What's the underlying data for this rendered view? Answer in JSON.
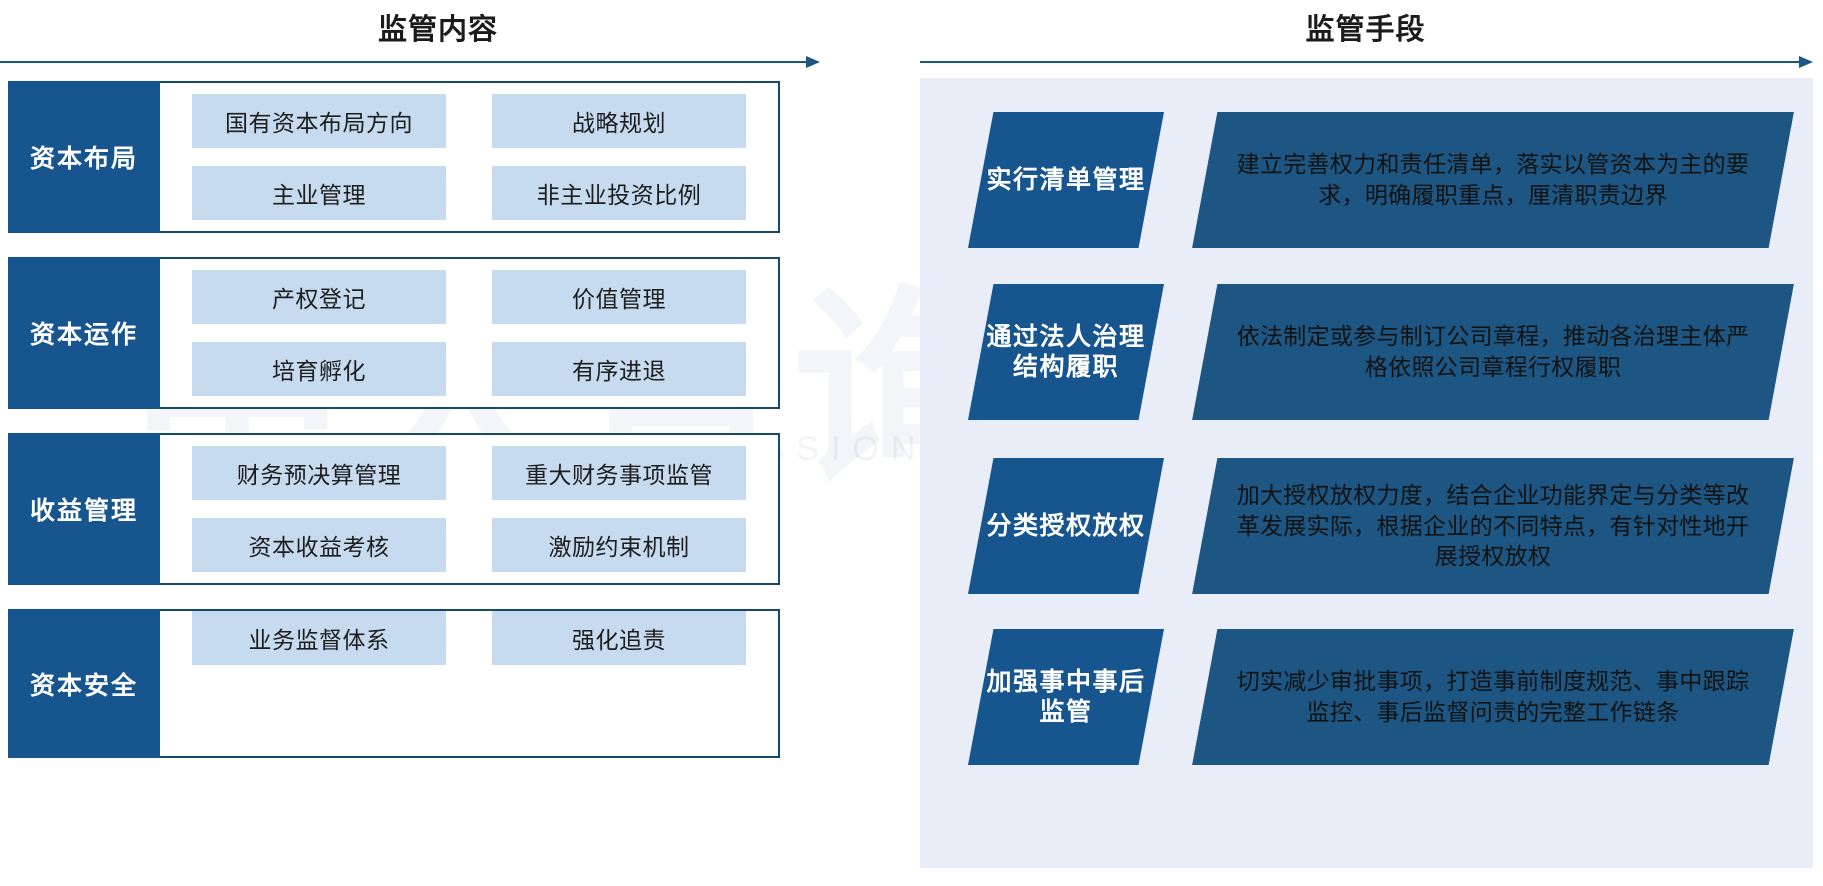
{
  "columns": {
    "left": {
      "title": "监管内容",
      "categories": [
        {
          "label": "资本布局",
          "items": [
            "国有资本布局方向",
            "战略规划",
            "主业管理",
            "非主业投资比例"
          ]
        },
        {
          "label": "资本运作",
          "items": [
            "产权登记",
            "价值管理",
            "培育孵化",
            "有序进退"
          ]
        },
        {
          "label": "收益管理",
          "items": [
            "财务预决算管理",
            "重大财务事项监管",
            "资本收益考核",
            "激励约束机制"
          ]
        },
        {
          "label": "资本安全",
          "items": [
            "业务监督体系",
            "强化追责"
          ]
        }
      ]
    },
    "right": {
      "title": "监管手段",
      "means": [
        {
          "tag": "实行清单管理",
          "desc": "建立完善权力和责任清单，落实以管资本为主的要求，明确履职重点，厘清职责边界"
        },
        {
          "tag": "通过法人治理结构履职",
          "desc": "依法制定或参与制订公司章程，推动各治理主体严格依照公司章程行权履职"
        },
        {
          "tag": "分类授权放权",
          "desc": "加大授权放权力度，结合企业功能界定与分类等改革发展实际，根据企业的不同特点，有针对性地开展授权放权"
        },
        {
          "tag": "加强事中事后监管",
          "desc": "切实减少审批事项，打造事前制度规范、事中跟踪监控、事后监督问责的完整工作链条"
        }
      ]
    }
  },
  "watermark": {
    "brand": "中大咨询集团",
    "tagline": "MANAGEMENT PROFESSIONAL GROUP"
  },
  "colors": {
    "primary_dark": "#17558f",
    "border_navy": "#17496f",
    "chip_blue": "#c6dbf0",
    "panel_bg": "#e8edf8",
    "arrow": "#1d5682"
  }
}
